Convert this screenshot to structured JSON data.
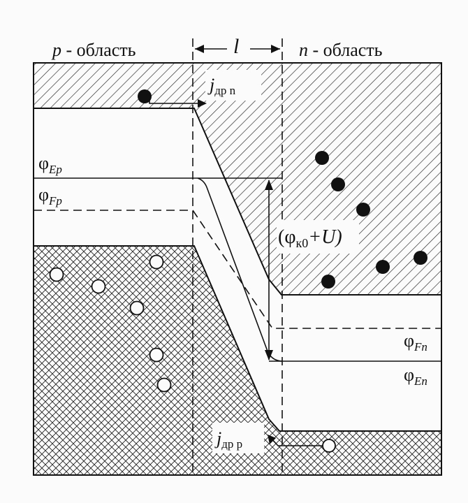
{
  "labels": {
    "p_region_var": "p",
    "p_region_text": " - область",
    "n_region_var": "n",
    "n_region_text": " - область",
    "width_symbol": "l",
    "j_drift_n_main": "j",
    "j_drift_n_sub": "др n",
    "j_drift_p_main": "j",
    "j_drift_p_sub": "др p",
    "phi_Ep_main": "φ",
    "phi_Ep_sub": "Ep",
    "phi_Fp_main": "φ",
    "phi_Fp_sub": "Fp",
    "phi_Fn_main": "φ",
    "phi_Fn_sub": "Fn",
    "phi_En_main": "φ",
    "phi_En_sub": "En",
    "barrier_open": "(φ",
    "barrier_sub": "к0",
    "barrier_close": "+U)"
  },
  "colors": {
    "line": "#111111",
    "hatch": "#222222",
    "background": "#fbfbfb"
  },
  "icons": {
    "electron": "filled-circle",
    "hole": "open-circle"
  }
}
